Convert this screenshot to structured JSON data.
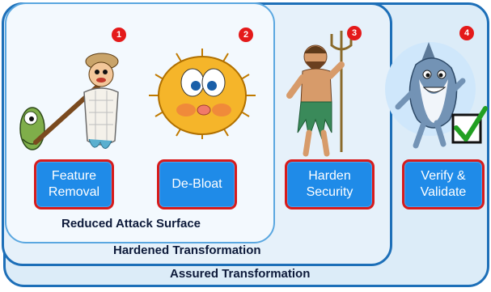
{
  "regions": {
    "reduced": "Reduced Attack Surface",
    "hardened": "Hardened Transformation",
    "assured": "Assured Transformation"
  },
  "stages": [
    {
      "number": "1",
      "label": "Feature Removal",
      "icon": "fishermen-icon"
    },
    {
      "number": "2",
      "label": "De-Bloat",
      "icon": "pufferfish-icon"
    },
    {
      "number": "3",
      "label": "Harden Security",
      "icon": "poseidon-icon"
    },
    {
      "number": "4",
      "label": "Verify & Validate",
      "icon": "shark-checkmark-icon"
    }
  ],
  "colors": {
    "button_fill": "#1f8be8",
    "button_border": "#d81b1b",
    "badge": "#e41a1a",
    "region_border": "#1d6fb8",
    "check": "#22a022"
  }
}
